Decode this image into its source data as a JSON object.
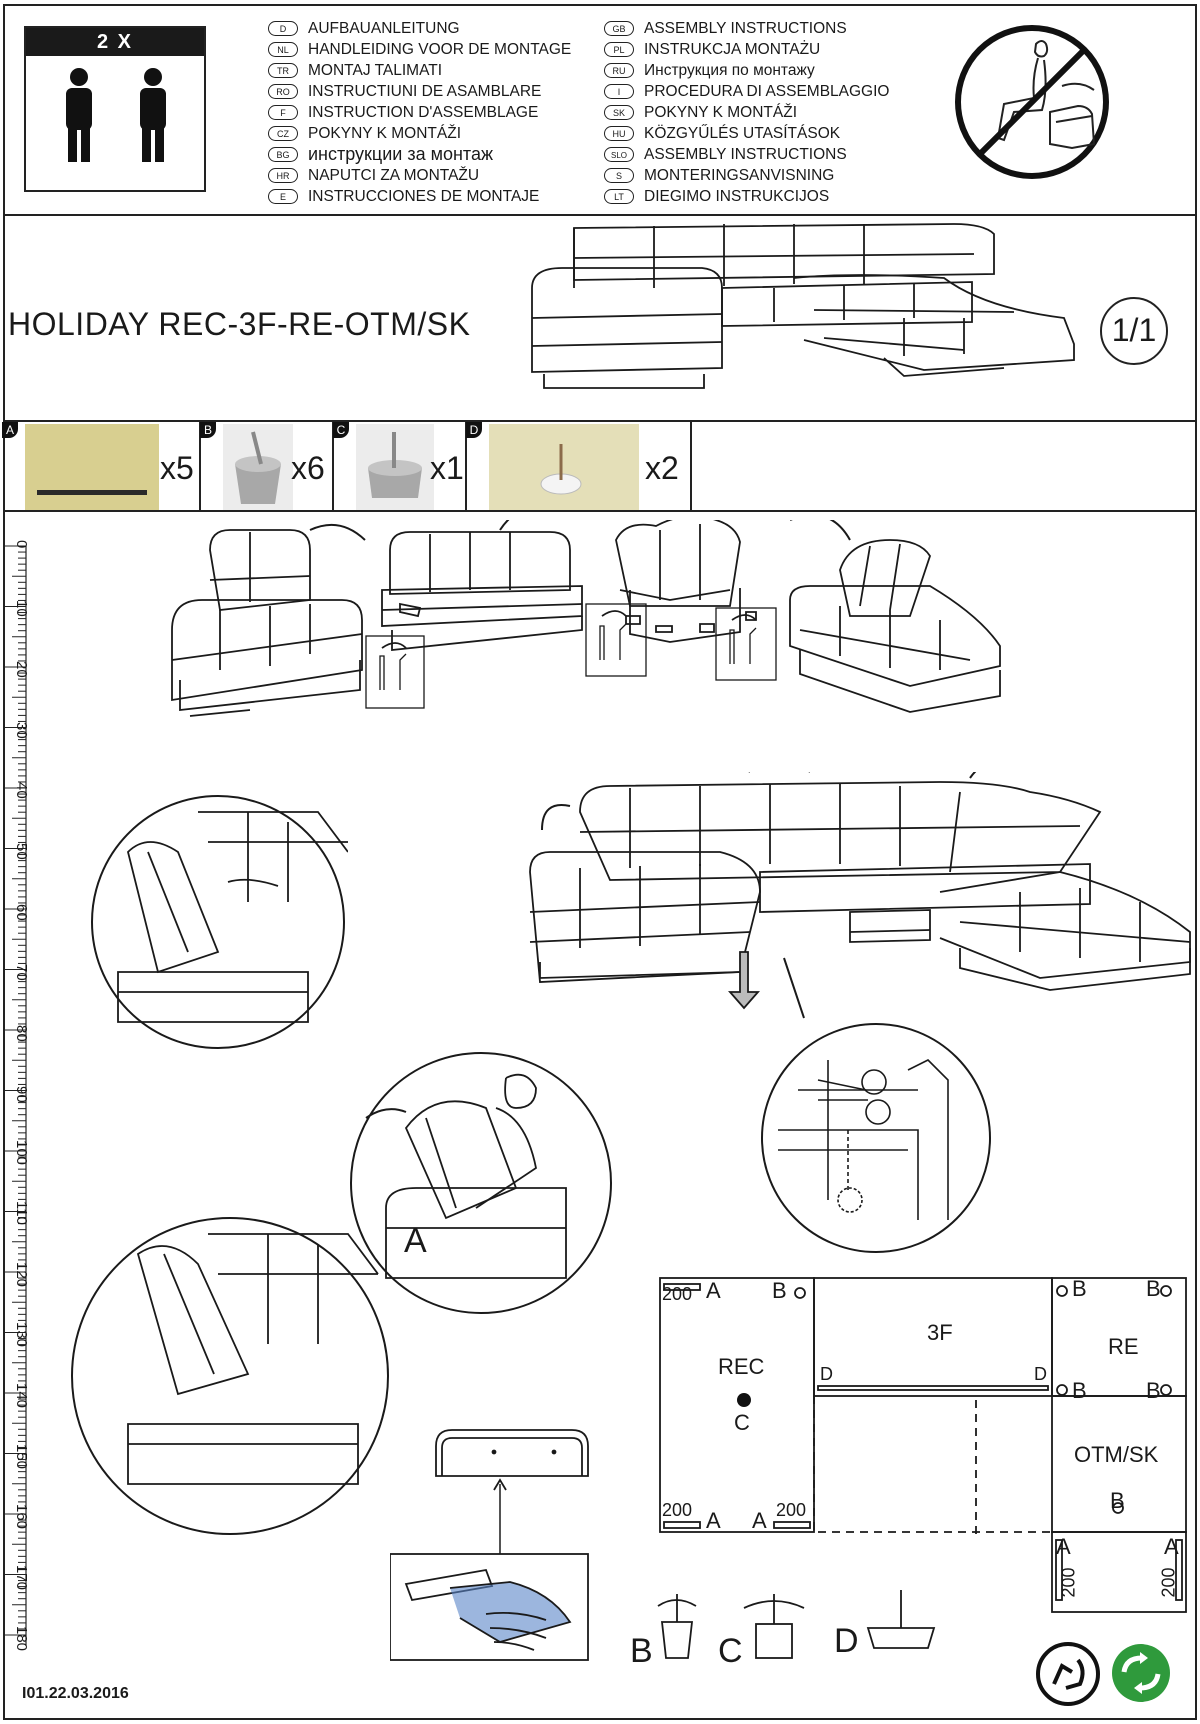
{
  "persons": {
    "count_label": "2 X"
  },
  "languages_left": [
    {
      "code": "D",
      "text": "AUFBAUANLEITUNG"
    },
    {
      "code": "NL",
      "text": "HANDLEIDING VOOR DE MONTAGE"
    },
    {
      "code": "TR",
      "text": "MONTAJ TALIMATI"
    },
    {
      "code": "RO",
      "text": "INSTRUCTIUNI DE ASAMBLARE"
    },
    {
      "code": "F",
      "text": "INSTRUCTION D'ASSEMBLAGE"
    },
    {
      "code": "CZ",
      "text": "POKYNY K MONTÁŽI"
    },
    {
      "code": "BG",
      "text": "инструкции за монтаж"
    },
    {
      "code": "HR",
      "text": "NAPUTCI ZA MONTAŽU"
    },
    {
      "code": "E",
      "text": "INSTRUCCIONES DE MONTAJE"
    }
  ],
  "languages_right": [
    {
      "code": "GB",
      "text": "ASSEMBLY INSTRUCTIONS"
    },
    {
      "code": "PL",
      "text": "INSTRUKCJA MONTAŻU"
    },
    {
      "code": "RU",
      "text": "Инструкция по монтажу"
    },
    {
      "code": "I",
      "text": "PROCEDURA DI ASSEMBLAGGIO"
    },
    {
      "code": "SK",
      "text": "POKYNY K MONTÁŽI"
    },
    {
      "code": "HU",
      "text": "KÖZGYŰLÉS UTASÍTÁSOK"
    },
    {
      "code": "SLO",
      "text": "ASSEMBLY INSTRUCTIONS"
    },
    {
      "code": "S",
      "text": "MONTERINGSANVISNING"
    },
    {
      "code": "LT",
      "text": "DIEGIMO INSTRUKCIJOS"
    }
  ],
  "product": {
    "title": "HOLIDAY REC-3F-RE-OTM/SK",
    "page": "1/1"
  },
  "parts": [
    {
      "letter": "A",
      "qty": "x5"
    },
    {
      "letter": "B",
      "qty": "x6"
    },
    {
      "letter": "C",
      "qty": "x1"
    },
    {
      "letter": "D",
      "qty": "x2"
    }
  ],
  "ruler": {
    "labels": [
      "0",
      "10",
      "20",
      "30",
      "40",
      "50",
      "60",
      "70",
      "80",
      "90",
      "100",
      "110",
      "120",
      "130",
      "140",
      "150",
      "160",
      "170",
      "180"
    ]
  },
  "plan": {
    "rec": "REC",
    "c": "C",
    "f3": "3F",
    "re": "RE",
    "otm": "OTM/SK",
    "a": "A",
    "b": "B",
    "d": "D",
    "mm200": "200"
  },
  "legend": {
    "a": "A",
    "b": "B",
    "c": "C",
    "d": "D"
  },
  "footer": {
    "date": "I01.22.03.2016"
  },
  "colors": {
    "line": "#222222",
    "recycle_green": "#2f9a3c",
    "photo_bg": "#d8cf90"
  }
}
